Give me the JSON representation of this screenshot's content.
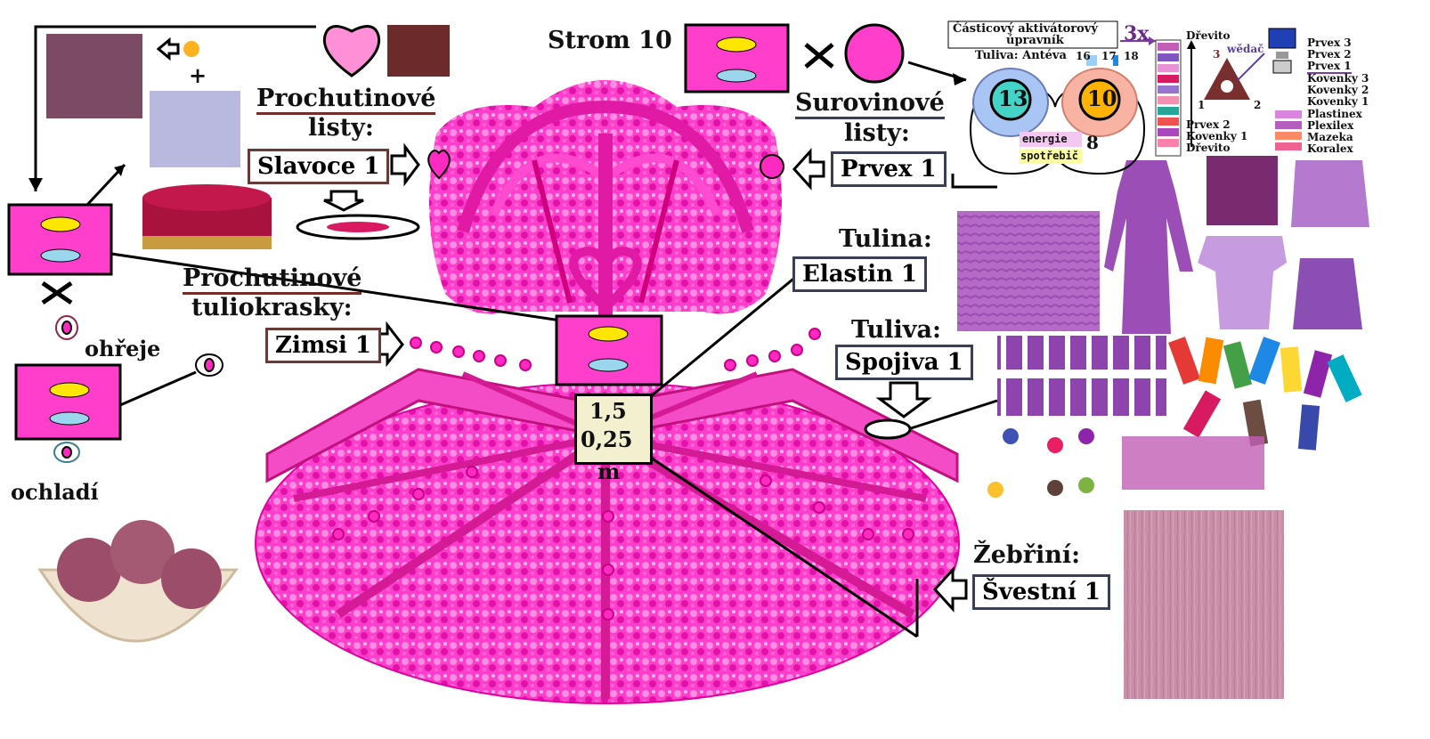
{
  "strom": "Strom 10",
  "prochutinove_listy": {
    "title": "Prochutinové",
    "title2": "listy:",
    "item": "Slavoce 1"
  },
  "prochutinove_tuliokrasky": {
    "title": "Prochutinové",
    "title2": "tuliokrasky:",
    "item": "Zimsi 1"
  },
  "surovinove_listy": {
    "title": "Surovinové",
    "title2": "listy:",
    "item": "Prvex 1"
  },
  "tulina": {
    "title": "Tulina:",
    "item": "Elastin 1"
  },
  "tuliva": {
    "title": "Tuliva:",
    "item": "Spojiva 1"
  },
  "zebrini": {
    "title": "Žebřiní:",
    "item": "Švestní 1"
  },
  "plus": "+",
  "ohreje": "ohřeje",
  "ochladi": "ochladí",
  "dimensions": {
    "v1": "1,5",
    "v2": "0,25",
    "unit": "m"
  },
  "activator": {
    "title": "Částicový aktivátorový",
    "title2": "úpravník",
    "multiplier": "3x",
    "tuliva_label": "Tuliva: Antéva",
    "numbers": [
      "16",
      "17",
      "18"
    ],
    "left_circle": "13",
    "right_circle": "10",
    "energie": "energie",
    "spotrebic": "spotřebič",
    "symbol": "8"
  },
  "layers_left": {
    "top": "Dřevito",
    "bottom": [
      "Prvex 2",
      "Kovenky 1",
      "Dřevito"
    ]
  },
  "triangle": {
    "top": "3",
    "left": "1",
    "right": "2",
    "wedac": "wědač"
  },
  "layers_right": [
    "Prvex 3",
    "Prvex 2",
    "Prvex 1",
    "Kovenky 3",
    "Kovenky 2",
    "Kovenky 1",
    "Plastinex",
    "Plexilex",
    "Mazeka",
    "Koralex"
  ],
  "colors": {
    "magenta": "#ff1fb4",
    "pink": "#ff5fcf",
    "purple": "#9b4fb6",
    "box": "#3a3f55"
  }
}
